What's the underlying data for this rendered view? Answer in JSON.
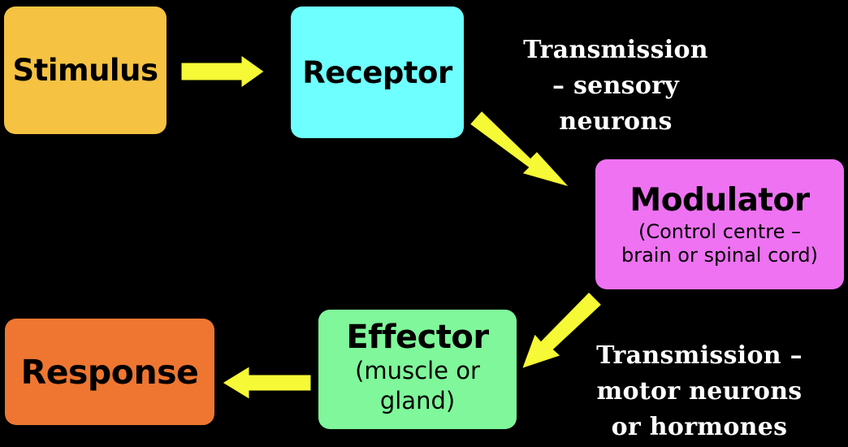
{
  "nodes": {
    "stimulus": {
      "title": "Stimulus"
    },
    "receptor": {
      "title": "Receptor"
    },
    "modulator": {
      "title": "Modulator",
      "sub_line1": "(Control centre –",
      "sub_line2": "brain or spinal cord)"
    },
    "effector": {
      "title": "Effector",
      "sub_line1": "(muscle or",
      "sub_line2": "gland)"
    },
    "response": {
      "title": "Response"
    }
  },
  "labels": {
    "sensory": {
      "line1": "Transmission",
      "line2": "– sensory",
      "line3": "neurons"
    },
    "motor": {
      "line1": "Transmission –",
      "line2": "motor neurons",
      "line3": "or hormones"
    }
  },
  "colors": {
    "background": "#000000",
    "stimulus": "#F5C242",
    "receptor": "#6EFFFF",
    "modulator": "#EE72F2",
    "effector": "#7FF79A",
    "response": "#EE7631",
    "arrow": "#F6F935",
    "label_text": "#FFFFFF"
  }
}
